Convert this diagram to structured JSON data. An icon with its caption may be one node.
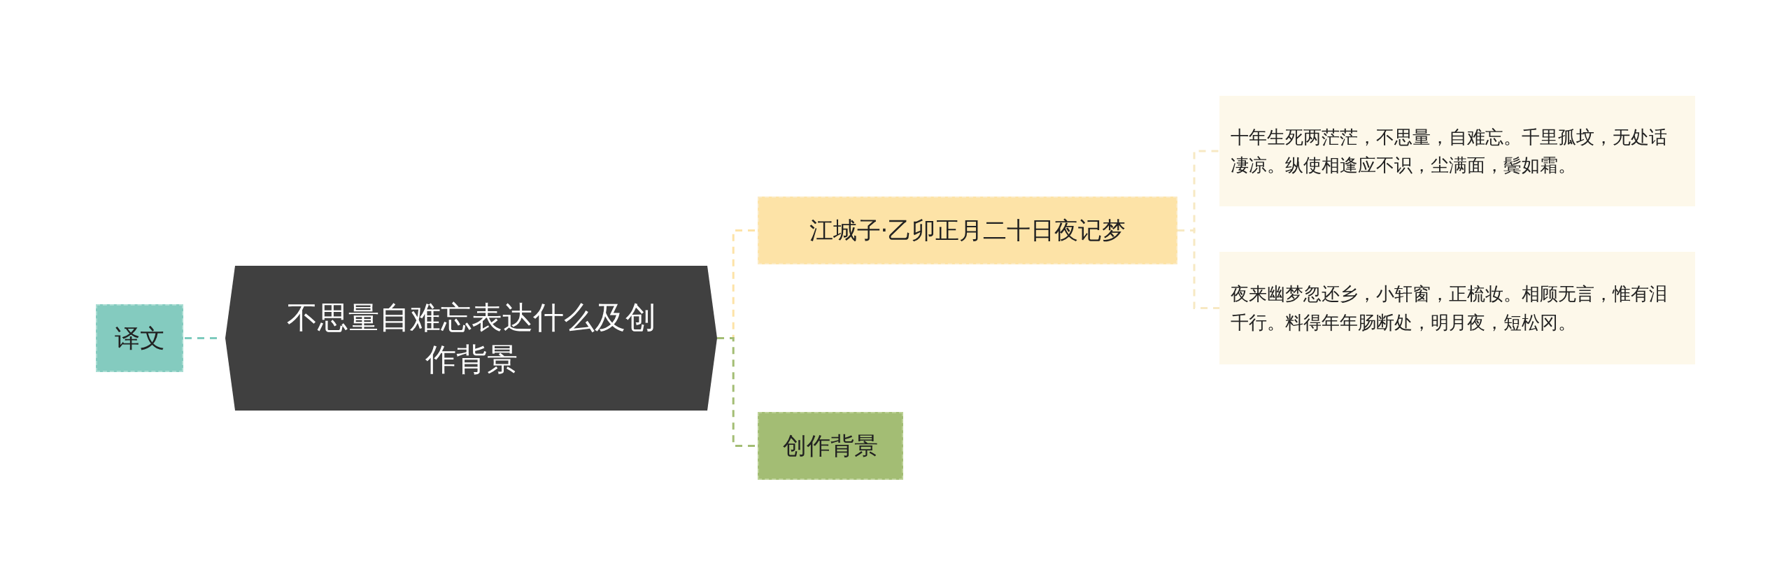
{
  "diagram": {
    "nodes": [
      {
        "text": [
          "不思量自难忘表达什么及创作背景"
        ]
      },
      {
        "text": [
          "译文"
        ]
      },
      {
        "text": [
          "江城子·乙卯正月二十日夜记梦"
        ]
      },
      {
        "text": [
          "十年生死两茫茫，不思量，自难忘。千里孤坟，无处话凄凉。纵使相逢应不识，尘满面，鬓如霜。"
        ]
      },
      {
        "text": [
          "夜来幽梦忽还乡，小轩窗，正梳妆。相顾无言，惟有泪千行。料得年年肠断处，明月夜，短松冈。"
        ]
      },
      {
        "text": [
          "创作背景"
        ]
      }
    ],
    "edges": [
      {
        "from": 0,
        "to": 1,
        "arrow": "none",
        "style": "dashed",
        "color": "#7ecbbd"
      },
      {
        "from": 0,
        "to": 2,
        "arrow": "none",
        "style": "dashed",
        "color": "#fde3a7"
      },
      {
        "from": 2,
        "to": 3,
        "arrow": "none",
        "style": "dashed",
        "color": "#f7e9c3"
      },
      {
        "from": 2,
        "to": 4,
        "arrow": "none",
        "style": "dashed",
        "color": "#f7e9c3"
      },
      {
        "from": 0,
        "to": 5,
        "arrow": "none",
        "style": "dashed",
        "color": "#a3bd74"
      }
    ]
  }
}
